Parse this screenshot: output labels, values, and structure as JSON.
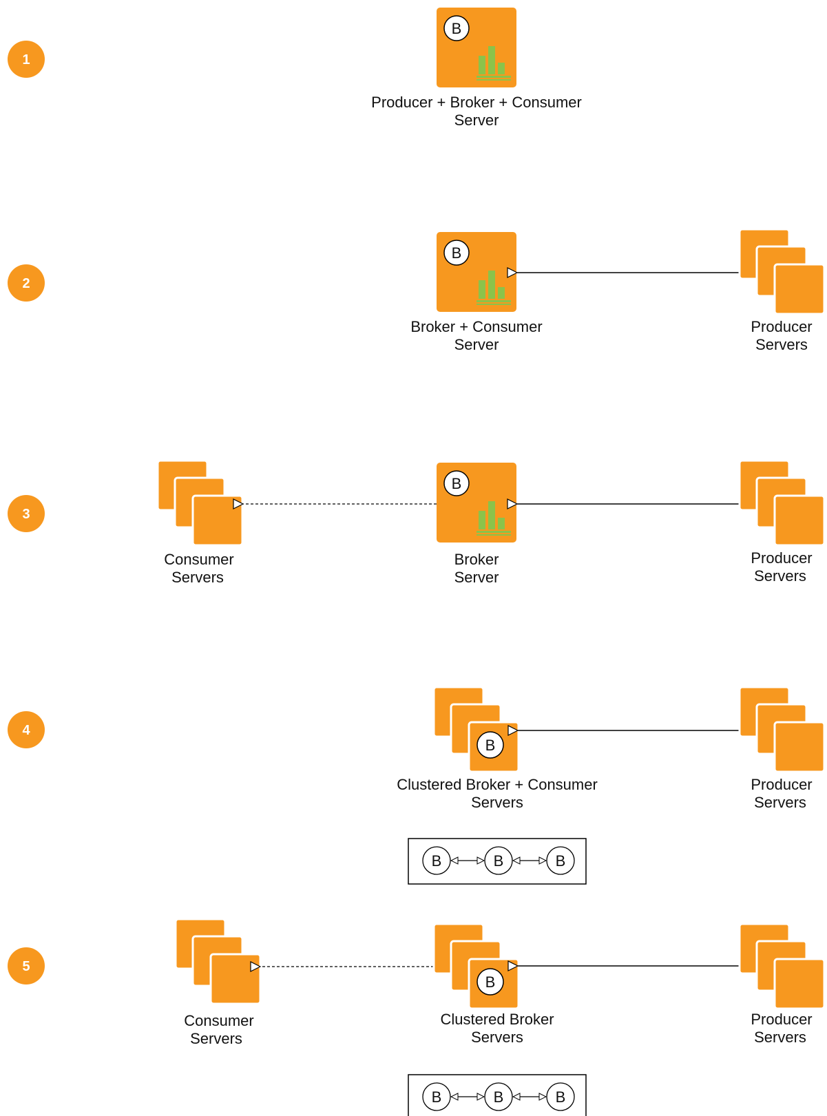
{
  "colors": {
    "orange": "#F7981F",
    "badge": "#F7981F",
    "bar": "#8BC34A",
    "line": "#000000"
  },
  "steps": {
    "s1": {
      "number": "1",
      "server_label": [
        "Producer + Broker + Consumer",
        "Server"
      ]
    },
    "s2": {
      "number": "2",
      "server_label": [
        "Broker + Consumer",
        "Server"
      ],
      "producer_label": [
        "Producer",
        "Servers"
      ]
    },
    "s3": {
      "number": "3",
      "consumer_label": [
        "Consumer",
        "Servers"
      ],
      "broker_label": [
        "Broker",
        "Server"
      ],
      "producer_label": [
        "Producer",
        "Servers"
      ]
    },
    "s4": {
      "number": "4",
      "cluster_label": [
        "Clustered Broker + Consumer",
        "Servers"
      ],
      "producer_label": [
        "Producer",
        "Servers"
      ]
    },
    "s5": {
      "number": "5",
      "consumer_label": [
        "Consumer",
        "Servers"
      ],
      "cluster_label": [
        "Clustered Broker",
        "Servers"
      ],
      "producer_label": [
        "Producer",
        "Servers"
      ]
    }
  },
  "broker_glyph": "B",
  "icons": {
    "server": "broker-server-icon",
    "stack": "server-stack-icon",
    "badge": "step-badge-icon"
  }
}
